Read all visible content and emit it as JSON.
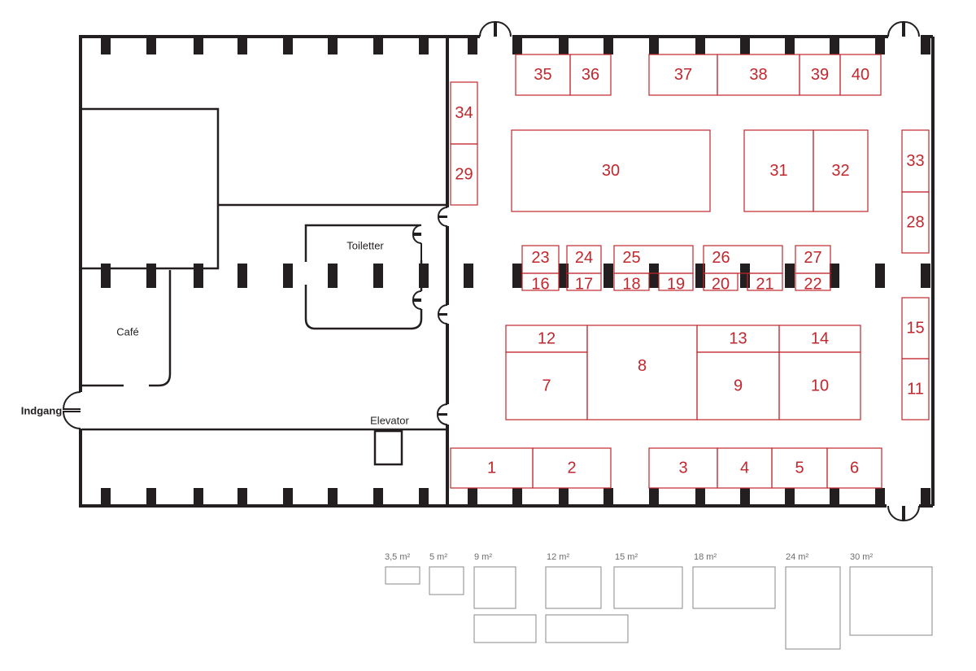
{
  "labels": {
    "entrance": "Indgang",
    "cafe": "Café",
    "toilets": "Toiletter",
    "elevator": "Elevator"
  },
  "booths": [
    "1",
    "2",
    "3",
    "4",
    "5",
    "6",
    "7",
    "8",
    "9",
    "10",
    "11",
    "12",
    "13",
    "14",
    "15",
    "16",
    "17",
    "18",
    "19",
    "20",
    "21",
    "22",
    "23",
    "24",
    "25",
    "26",
    "27",
    "28",
    "29",
    "30",
    "31",
    "32",
    "33",
    "34",
    "35",
    "36",
    "37",
    "38",
    "39",
    "40"
  ],
  "legend": [
    "3,5 m²",
    "5 m²",
    "9 m²",
    "12 m²",
    "15 m²",
    "18 m²",
    "24 m²",
    "30 m²"
  ],
  "colors": {
    "wall": "#231f20",
    "booth": "#c1272d",
    "legend": "#8a8a8a"
  }
}
